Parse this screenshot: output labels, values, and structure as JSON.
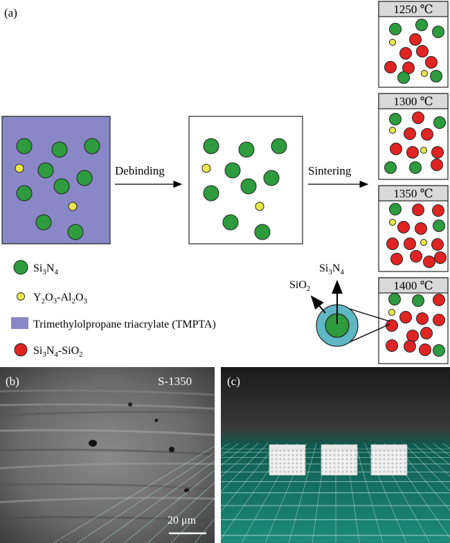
{
  "panels": {
    "a": "(a)",
    "b": "(b)",
    "c": "(c)"
  },
  "arrows": {
    "debinding": "Debinding",
    "sintering": "Sintering"
  },
  "temperatures": [
    "1250 ℃",
    "1300 ℃",
    "1350 ℃",
    "1400 ℃"
  ],
  "legend": {
    "si3n4": [
      "Si",
      "3",
      "N",
      "4"
    ],
    "y2o3_al2o3": [
      "Y",
      "2",
      "O",
      "3",
      "-Al",
      "2",
      "O",
      "3"
    ],
    "tmpta": "Trimethylolpropane triacrylate (TMPTA)",
    "si3n4_sio2": [
      "Si",
      "3",
      "N",
      "4",
      "-SiO",
      "2"
    ]
  },
  "core_shell": {
    "shell_label": [
      "SiO",
      "2"
    ],
    "core_label": [
      "Si",
      "3",
      "N",
      "4"
    ]
  },
  "sem": {
    "sample": "S-1350",
    "scale_bar": "20 μm"
  },
  "colors": {
    "green": "#2e9b3e",
    "yellow": "#e8e84a",
    "red": "#e02424",
    "tmpta": "#8a87c6",
    "shell": "#5fb7c4",
    "header": "#d9d9d9",
    "mat": "#1f8a7a"
  }
}
